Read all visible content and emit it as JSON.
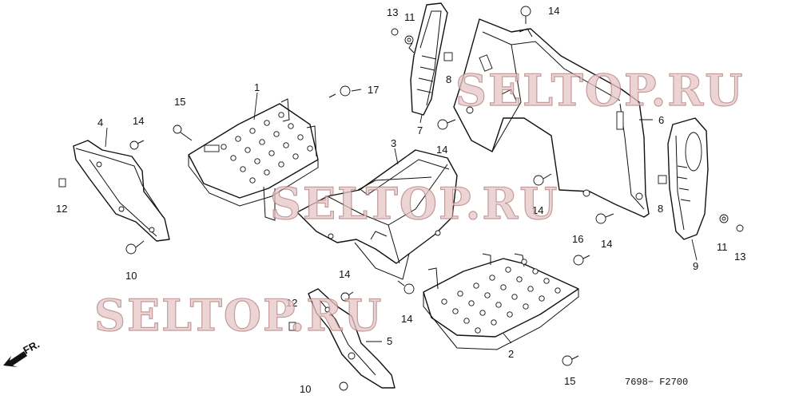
{
  "diagram": {
    "watermark_text": "SELTOP.RU",
    "direction_label": "FR.",
    "drawing_code": "7698− F2700",
    "callouts": [
      "1",
      "2",
      "3",
      "4",
      "5",
      "6",
      "7",
      "8",
      "8",
      "9",
      "10",
      "10",
      "11",
      "11",
      "12",
      "12",
      "13",
      "13",
      "14",
      "14",
      "14",
      "14",
      "14",
      "14",
      "14",
      "15",
      "15",
      "16",
      "17"
    ]
  }
}
